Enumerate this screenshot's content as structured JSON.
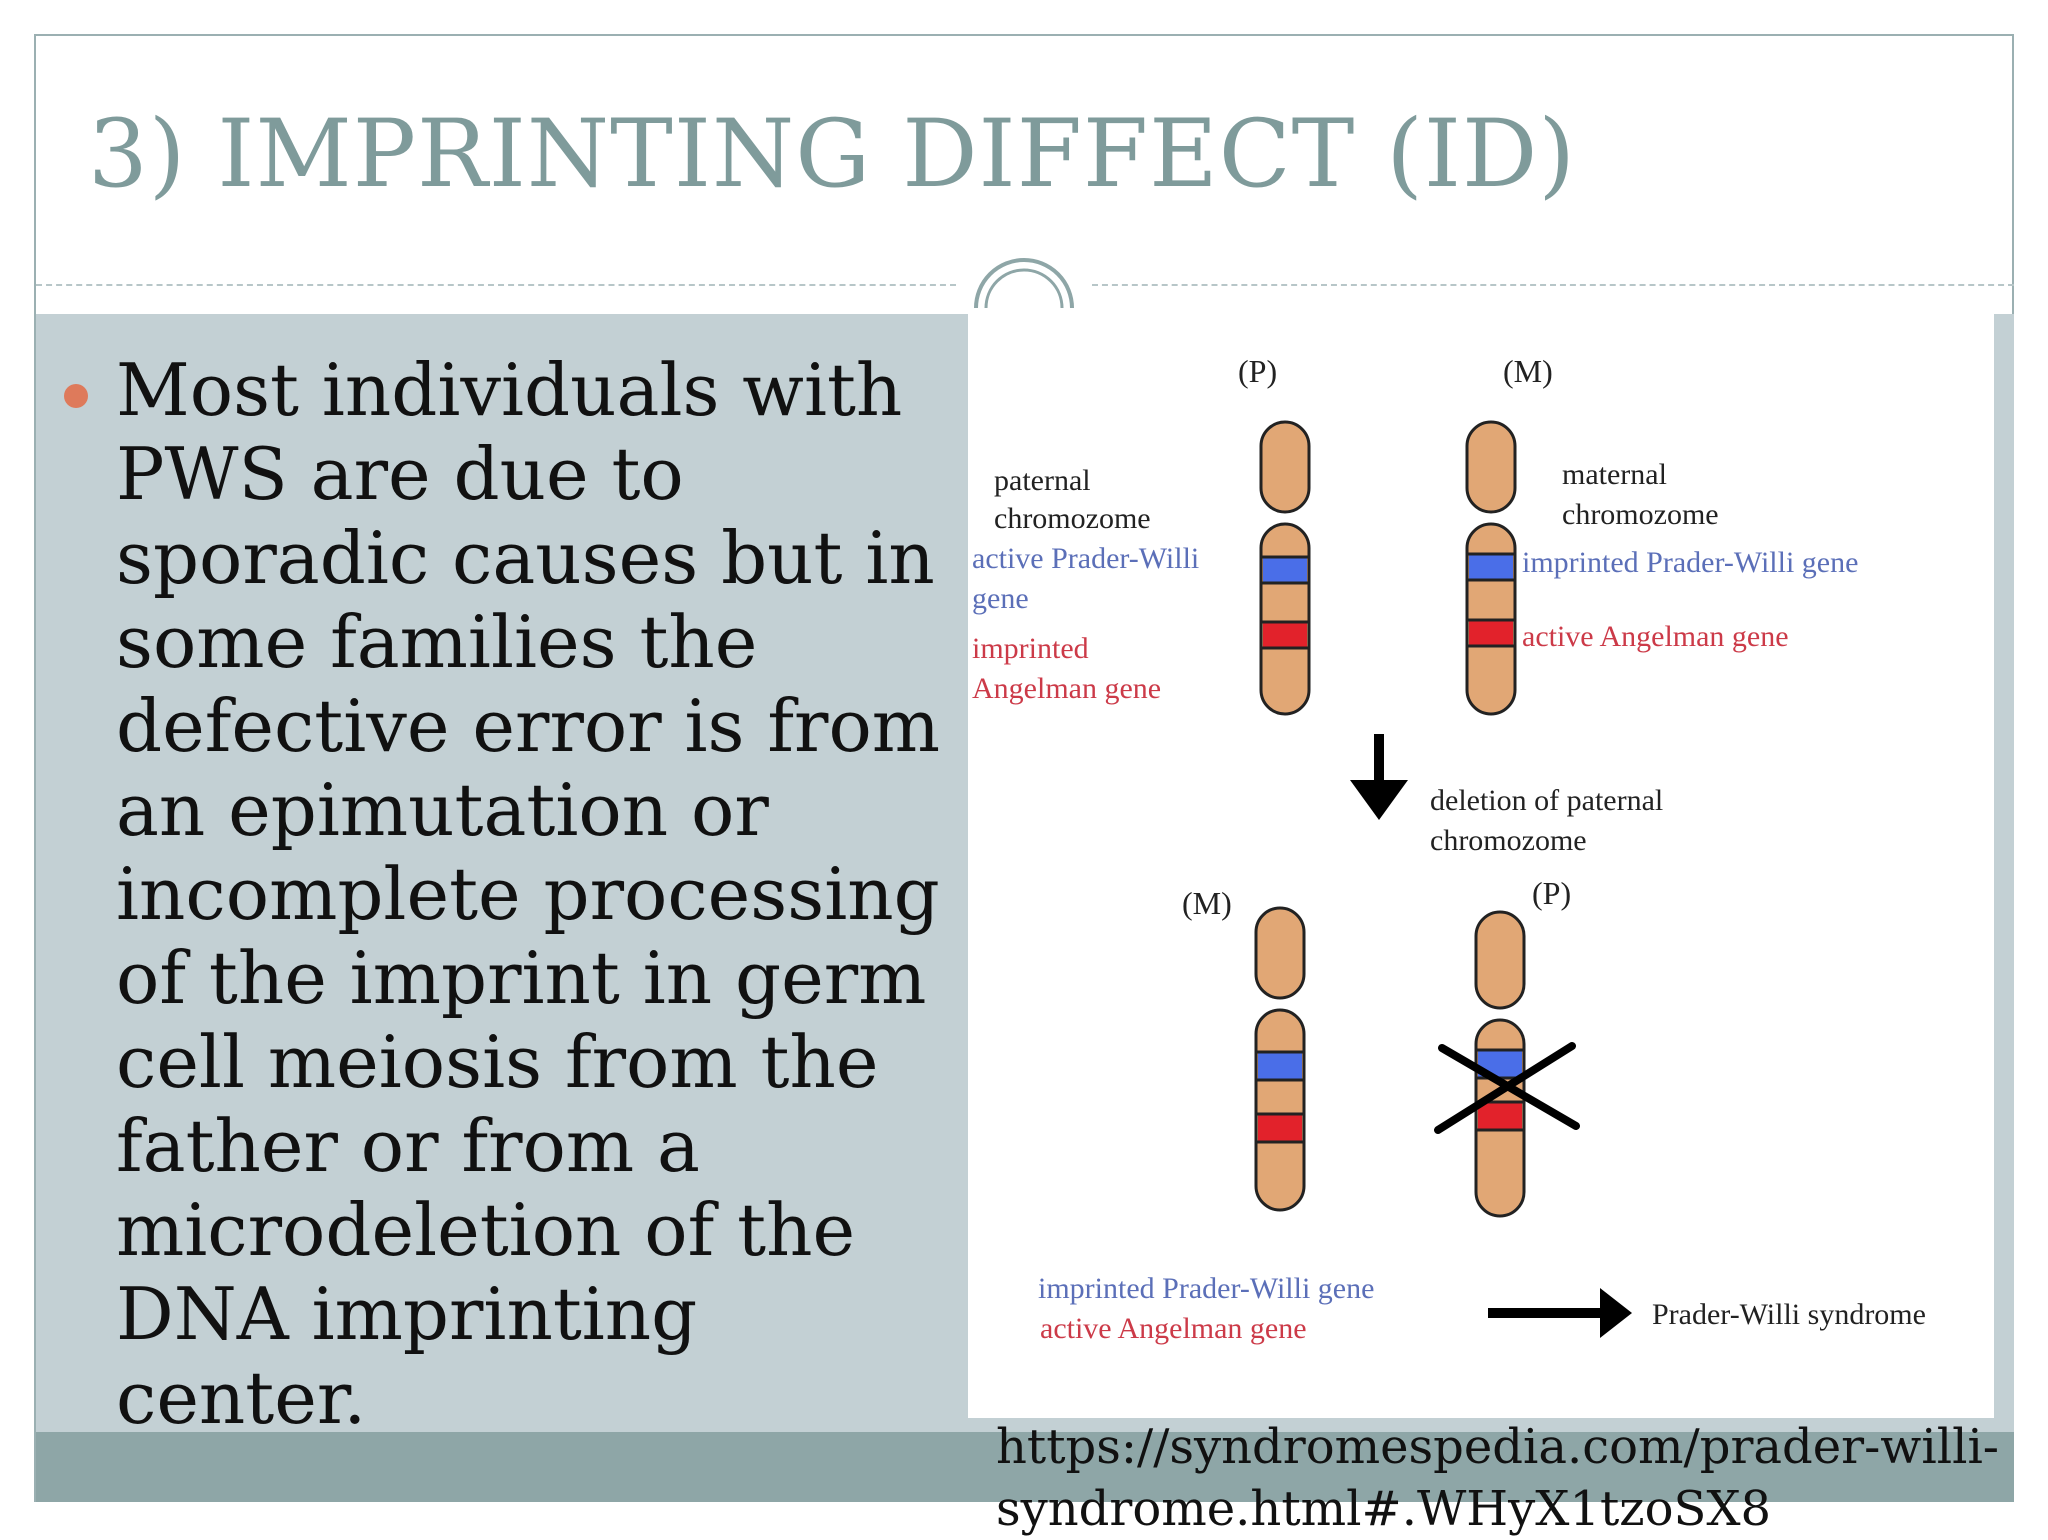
{
  "slide": {
    "title": "3) IMPRINTING DIFFECT (ID)",
    "bullet": "Most individuals with PWS are due to sporadic causes but in some families the defective error is from an epimutation or incomplete processing of the imprint in germ cell meiosis from the father or from a microdeletion of the DNA imprinting center.",
    "source_url": "https://syndromespedia.com/prader-willi-syndrome.html#.WHyX1tzoSX8"
  },
  "diagram": {
    "top_paternal_tag": "(P)",
    "top_maternal_tag": "(M)",
    "paternal_label_1": "paternal",
    "paternal_label_2": "chromozome",
    "active_pw_1": "active Prader-Willi",
    "active_pw_2": "gene",
    "imprinted_angelman_1": "imprinted",
    "imprinted_angelman_2": "Angelman gene",
    "maternal_label_1": "maternal",
    "maternal_label_2": "chromozome",
    "imprinted_pw_gene": "imprinted Prader-Willi gene",
    "active_angelman_gene": "active Angelman gene",
    "deletion_label_1": "deletion of paternal",
    "deletion_label_2": "chromozome",
    "bottom_maternal_tag": "(M)",
    "bottom_paternal_tag": "(P)",
    "result_imprinted_pw": "imprinted Prader-Willi gene",
    "result_active_angelman": "active Angelman gene",
    "outcome": "Prader-Willi syndrome"
  },
  "colors": {
    "title": "#7f9b9b",
    "panel": "#c3d0d4",
    "footer": "#8ea6a7",
    "bullet": "#de7a5b",
    "chromosome": "#e1a775",
    "prader_willi_band": "#4a6ee8",
    "angelman_band": "#e2222b",
    "pw_text": "#5b6fb8",
    "angelman_text": "#cc3a48"
  }
}
